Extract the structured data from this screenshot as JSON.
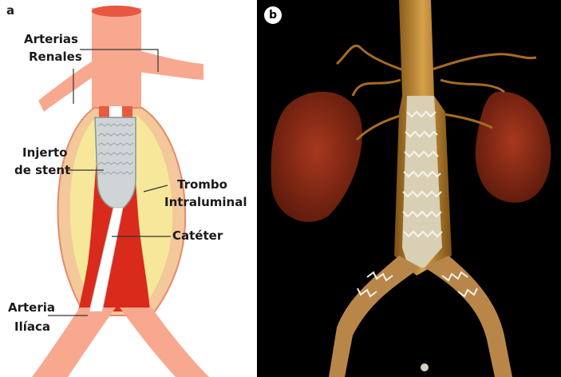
{
  "panel_a": {
    "tag": "a",
    "labels": {
      "renal_arteries_1": "Arterias",
      "renal_arteries_2": "Renales",
      "stent_graft_1": "Injerto",
      "stent_graft_2": "de stent",
      "thrombus_1": "Trombo",
      "thrombus_2": "Intraluminal",
      "catheter": "Catéter",
      "iliac_1": "Arteria",
      "iliac_2": "Ilíaca"
    },
    "colors": {
      "vessel": "#f7a88f",
      "vessel_edge": "#e58a6f",
      "aneurysm_fill": "#f6e79a",
      "lumen_red": "#d92a1b",
      "stent_graft": "#cfd5d6"
    }
  },
  "panel_b": {
    "tag": "b",
    "colors": {
      "kidney": "#8c2a16",
      "vessel": "#b57d2c",
      "stent": "#f1efe6",
      "background": "#000000"
    }
  }
}
